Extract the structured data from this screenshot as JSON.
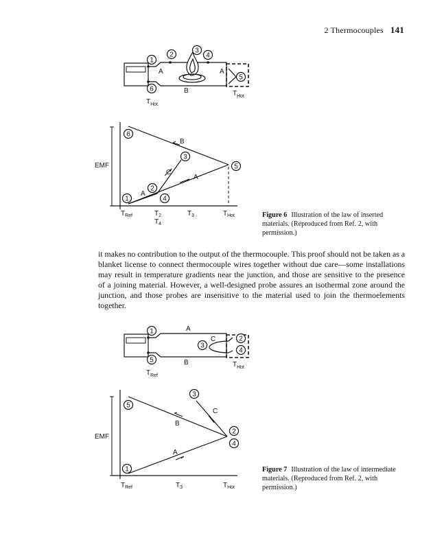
{
  "header": {
    "chapter_title": "2   Thermocouples",
    "page_number": "141"
  },
  "figure6": {
    "caption_label": "Figure 6",
    "caption_text": "Illustration of the law of inserted materials. (Reproduced from Ref. 2, with permission.)",
    "probe": {
      "points": [
        "1",
        "2",
        "3",
        "4",
        "5",
        "6"
      ],
      "wire_a": "A",
      "wire_b": "B",
      "t_left": "T",
      "t_left_sub": "Hot",
      "t_right": "T",
      "t_right_sub": "Hot"
    },
    "graph": {
      "ylabel": "EMF",
      "points": [
        "6",
        "3",
        "5",
        "2",
        "1",
        "4"
      ],
      "lines": [
        "B",
        "C",
        "A",
        "A"
      ],
      "ticks": [
        {
          "main": "T",
          "sub": "Ref"
        },
        {
          "main": "T",
          "sub": "2"
        },
        {
          "main": "T",
          "sub": "4"
        },
        {
          "main": "T",
          "sub": "3"
        },
        {
          "main": "T",
          "sub": "Hot"
        }
      ]
    }
  },
  "body_paragraph": "it makes no contribution to the output of the thermocouple. This proof should not be taken as a blanket license to connect thermocouple wires together without due care—some installations may result in temperature gradients near the junction, and those are sensitive to the presence of a joining material. However, a well-designed probe assures an isothermal zone around the junction, and those probes are insensitive to the material used to join the thermoelements together.",
  "figure7": {
    "caption_label": "Figure 7",
    "caption_text": "Illustration of the law of intermediate materials. (Reproduced from Ref. 2, with permission.)",
    "probe": {
      "points": [
        "1",
        "2",
        "3",
        "4",
        "5"
      ],
      "wire_a": "A",
      "wire_b": "B",
      "wire_c": "C",
      "t_left": "T",
      "t_left_sub": "Ref",
      "t_right": "T",
      "t_right_sub": "Hot"
    },
    "graph": {
      "ylabel": "EMF",
      "points": [
        "3",
        "5",
        "2",
        "4",
        "1"
      ],
      "lines": [
        "C",
        "B",
        "A"
      ],
      "ticks": [
        {
          "main": "T",
          "sub": "Ref"
        },
        {
          "main": "T",
          "sub": "3"
        },
        {
          "main": "T",
          "sub": "Hot"
        }
      ]
    }
  }
}
